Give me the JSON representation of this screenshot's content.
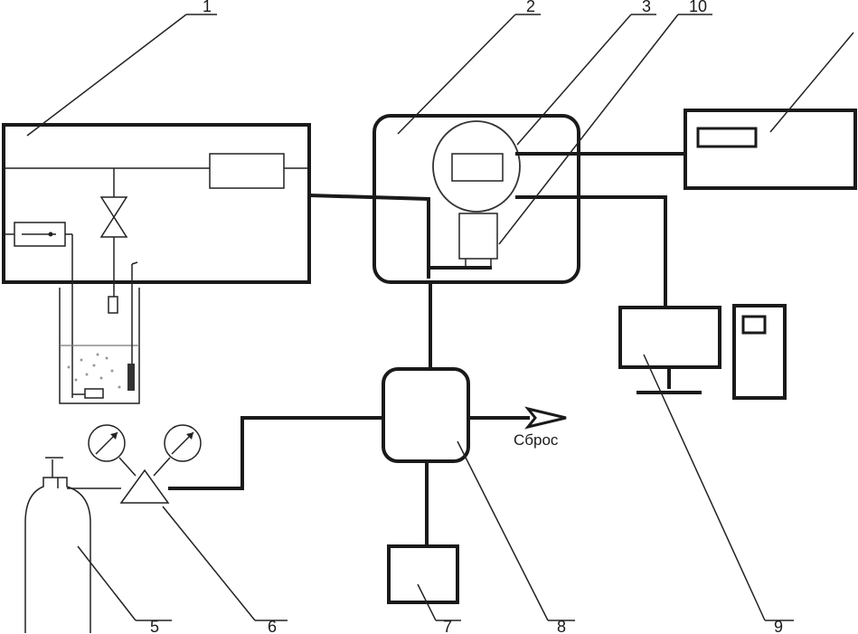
{
  "labels": {
    "n1": "1",
    "n2": "2",
    "n3": "3",
    "n10": "10",
    "n5": "5",
    "n6": "6",
    "n7": "7",
    "n8": "8",
    "n9": "9",
    "exhaust": "Сброс"
  },
  "colors": {
    "stroke": "#1a1a1a",
    "background": "#ffffff"
  }
}
